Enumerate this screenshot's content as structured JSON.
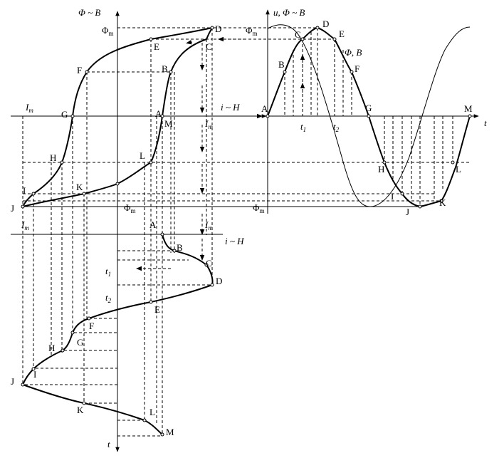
{
  "axes": {
    "phi_b": "Φ ~ B",
    "u_phi_b": "u, Φ ~ B",
    "phi_b_curve": "Φ, B",
    "i_h_top": "i ~ H",
    "i_h_bottom": "i ~ H",
    "t_right": "t",
    "t_bottom": "t"
  },
  "labels": {
    "phi_m": "Φ",
    "m_sub": "m",
    "i_sym": "I",
    "t1": "t",
    "t1_sub": "1",
    "t2": "t",
    "t2_sub": "2"
  },
  "points": [
    "A",
    "B",
    "C",
    "D",
    "E",
    "F",
    "G",
    "H",
    "I",
    "J",
    "K",
    "L",
    "M"
  ]
}
